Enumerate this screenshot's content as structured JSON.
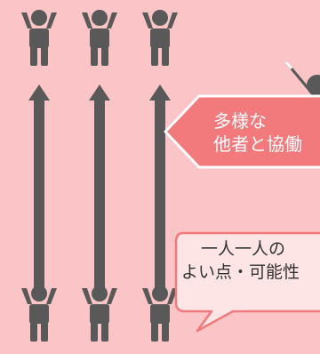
{
  "colors": {
    "background": "#fbc4c6",
    "figure": "#595959",
    "banner_fill": "#f2797c",
    "banner_border": "#ffffff",
    "bubble_fill": "#fde4e5",
    "bubble_border": "#f2797c",
    "banner_text": "#ffffff",
    "bubble_text": "#333333"
  },
  "people": {
    "top_row_icon": "person-arms-raised-icon",
    "bottom_row_icon": "person-arms-raised-icon",
    "conductor_icon": "conductor-with-baton-icon",
    "count_per_row": 3
  },
  "banner": {
    "line1": "多様な",
    "line2": "他者と協働"
  },
  "bubble": {
    "line1": "一人一人の",
    "line2": "よい点・可能性"
  }
}
